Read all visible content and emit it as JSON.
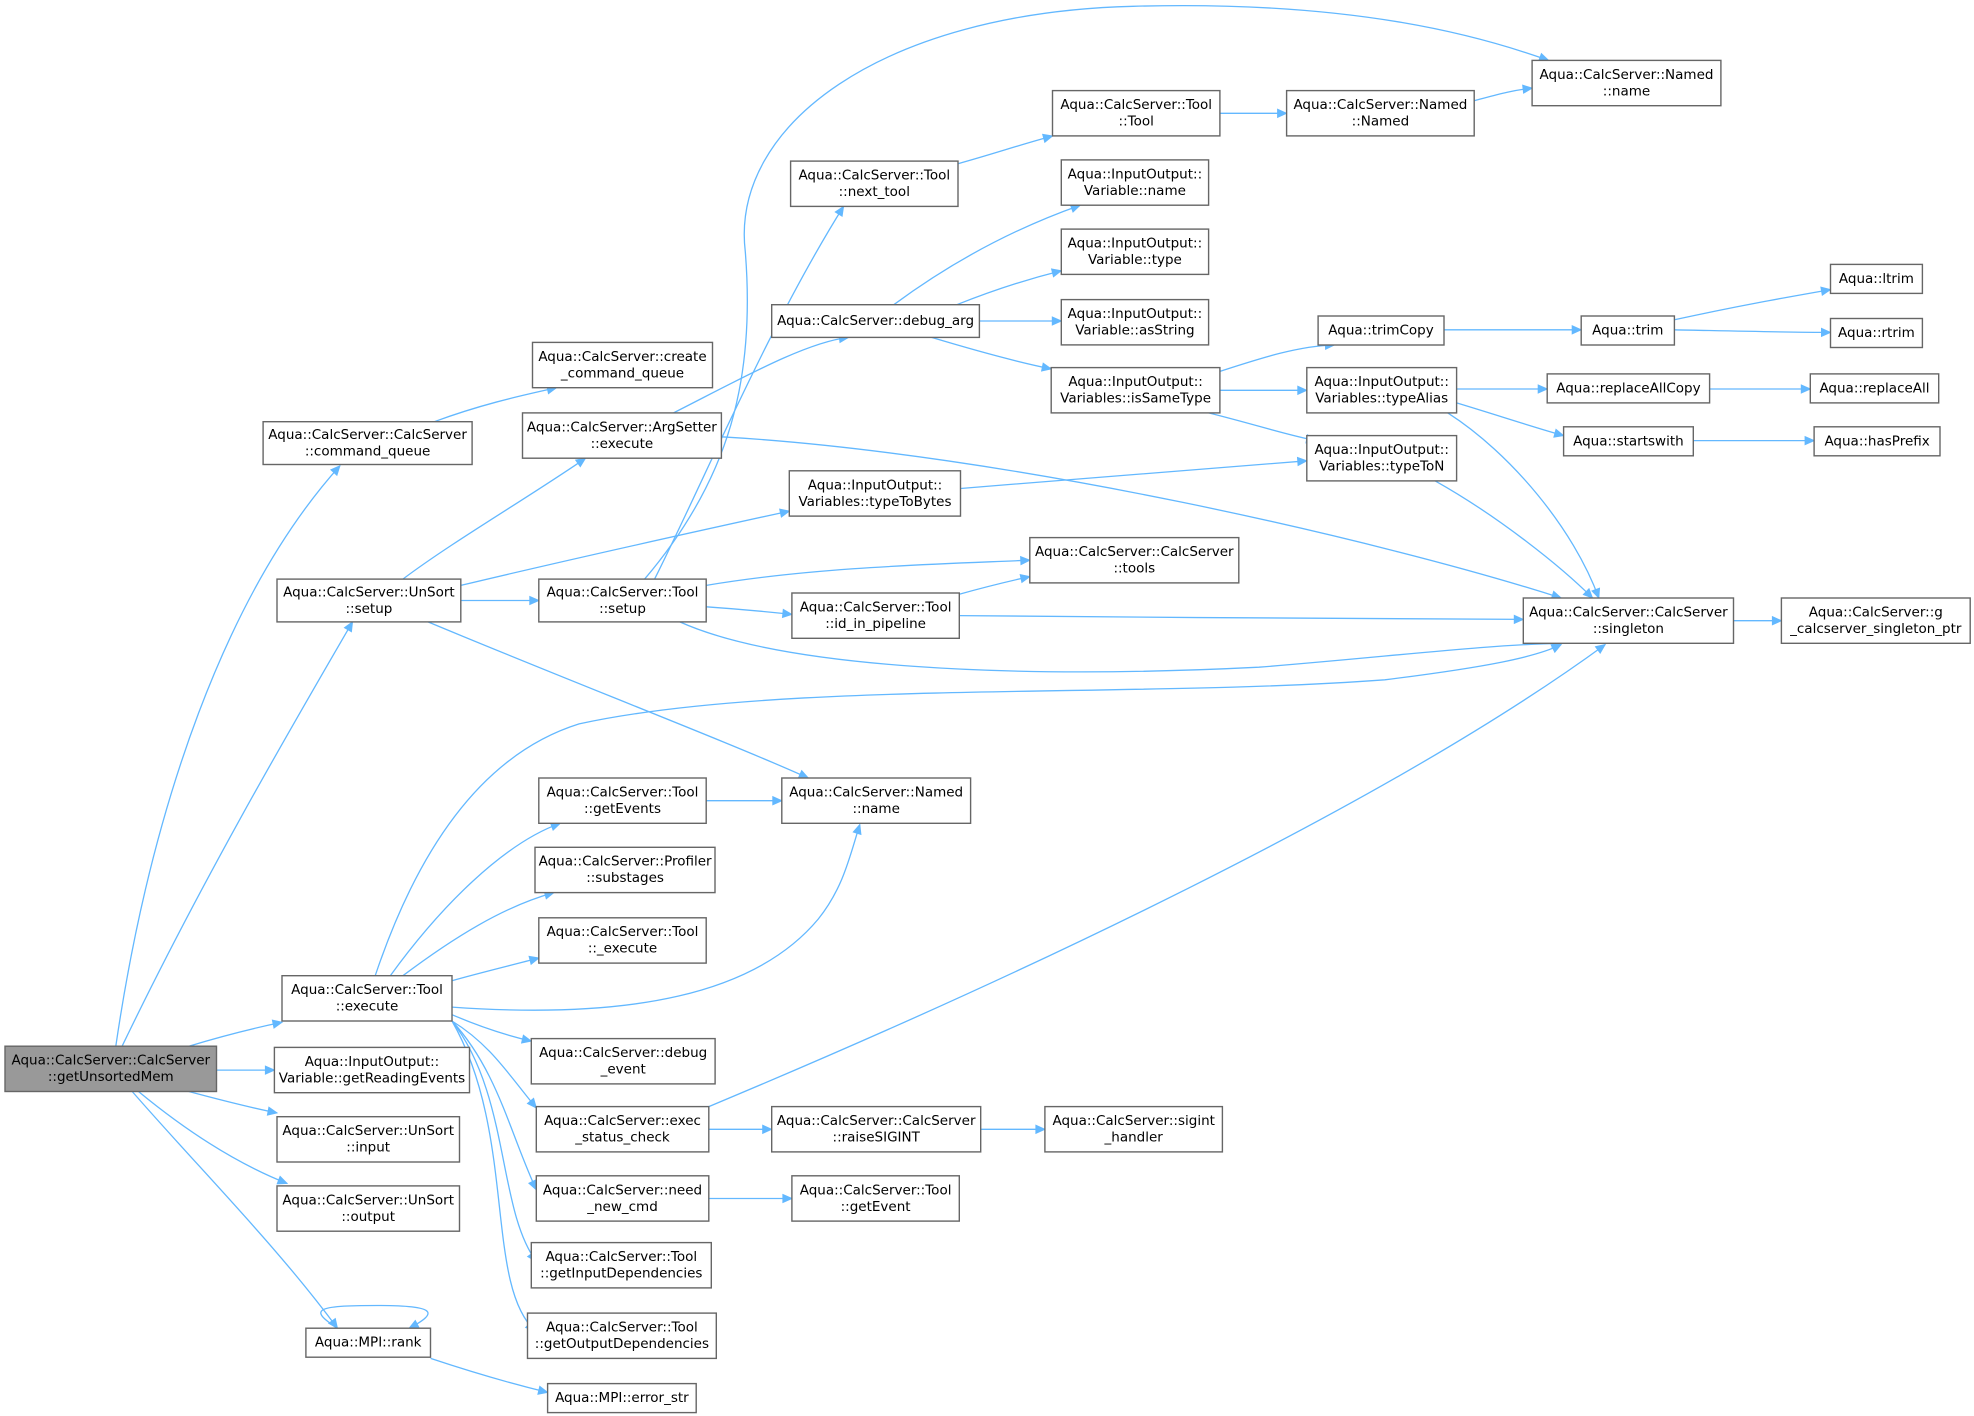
{
  "nodes": [
    {
      "id": "root",
      "lines": [
        "Aqua::CalcServer::CalcServer",
        "::getUnsortedMem"
      ],
      "root": true
    },
    {
      "id": "cq",
      "lines": [
        "Aqua::CalcServer::CalcServer",
        "::command_queue"
      ]
    },
    {
      "id": "ccq",
      "lines": [
        "Aqua::CalcServer::create",
        "_command_queue"
      ]
    },
    {
      "id": "unsort_setup",
      "lines": [
        "Aqua::CalcServer::UnSort",
        "::setup"
      ]
    },
    {
      "id": "argsetter",
      "lines": [
        "Aqua::CalcServer::ArgSetter",
        "::execute"
      ]
    },
    {
      "id": "tool_setup",
      "lines": [
        "Aqua::CalcServer::Tool",
        "::setup"
      ]
    },
    {
      "id": "next_tool",
      "lines": [
        "Aqua::CalcServer::Tool",
        "::next_tool"
      ]
    },
    {
      "id": "tool_tool",
      "lines": [
        "Aqua::CalcServer::Tool",
        "::Tool"
      ]
    },
    {
      "id": "named_named",
      "lines": [
        "Aqua::CalcServer::Named",
        "::Named"
      ]
    },
    {
      "id": "named_name_top",
      "lines": [
        "Aqua::CalcServer::Named",
        "::name"
      ]
    },
    {
      "id": "debug_arg",
      "lines": [
        "Aqua::CalcServer::debug_arg"
      ]
    },
    {
      "id": "var_name",
      "lines": [
        "Aqua::InputOutput::",
        "Variable::name"
      ]
    },
    {
      "id": "var_type",
      "lines": [
        "Aqua::InputOutput::",
        "Variable::type"
      ]
    },
    {
      "id": "var_asstring",
      "lines": [
        "Aqua::InputOutput::",
        "Variable::asString"
      ]
    },
    {
      "id": "issametype",
      "lines": [
        "Aqua::InputOutput::",
        "Variables::isSameType"
      ]
    },
    {
      "id": "trimcopy",
      "lines": [
        "Aqua::trimCopy"
      ]
    },
    {
      "id": "trim",
      "lines": [
        "Aqua::trim"
      ]
    },
    {
      "id": "ltrim",
      "lines": [
        "Aqua::ltrim"
      ]
    },
    {
      "id": "rtrim",
      "lines": [
        "Aqua::rtrim"
      ]
    },
    {
      "id": "typealias",
      "lines": [
        "Aqua::InputOutput::",
        "Variables::typeAlias"
      ]
    },
    {
      "id": "replaceallcopy",
      "lines": [
        "Aqua::replaceAllCopy"
      ]
    },
    {
      "id": "replaceall",
      "lines": [
        "Aqua::replaceAll"
      ]
    },
    {
      "id": "startswith",
      "lines": [
        "Aqua::startswith"
      ]
    },
    {
      "id": "hasprefix",
      "lines": [
        "Aqua::hasPrefix"
      ]
    },
    {
      "id": "typeton",
      "lines": [
        "Aqua::InputOutput::",
        "Variables::typeToN"
      ]
    },
    {
      "id": "typetobytes",
      "lines": [
        "Aqua::InputOutput::",
        "Variables::typeToBytes"
      ]
    },
    {
      "id": "tools",
      "lines": [
        "Aqua::CalcServer::CalcServer",
        "::tools"
      ]
    },
    {
      "id": "id_in_pipeline",
      "lines": [
        "Aqua::CalcServer::Tool",
        "::id_in_pipeline"
      ]
    },
    {
      "id": "singleton",
      "lines": [
        "Aqua::CalcServer::CalcServer",
        "::singleton"
      ]
    },
    {
      "id": "g_singleton",
      "lines": [
        "Aqua::CalcServer::g",
        "_calcserver_singleton_ptr"
      ]
    },
    {
      "id": "getevents",
      "lines": [
        "Aqua::CalcServer::Tool",
        "::getEvents"
      ]
    },
    {
      "id": "named_name_mid",
      "lines": [
        "Aqua::CalcServer::Named",
        "::name"
      ]
    },
    {
      "id": "substages",
      "lines": [
        "Aqua::CalcServer::Profiler",
        "::substages"
      ]
    },
    {
      "id": "_execute",
      "lines": [
        "Aqua::CalcServer::Tool",
        "::_execute"
      ]
    },
    {
      "id": "tool_execute",
      "lines": [
        "Aqua::CalcServer::Tool",
        "::execute"
      ]
    },
    {
      "id": "debug_event",
      "lines": [
        "Aqua::CalcServer::debug",
        "_event"
      ]
    },
    {
      "id": "exec_status",
      "lines": [
        "Aqua::CalcServer::exec",
        "_status_check"
      ]
    },
    {
      "id": "raisesigint",
      "lines": [
        "Aqua::CalcServer::CalcServer",
        "::raiseSIGINT"
      ]
    },
    {
      "id": "sigint",
      "lines": [
        "Aqua::CalcServer::sigint",
        "_handler"
      ]
    },
    {
      "id": "need_new_cmd",
      "lines": [
        "Aqua::CalcServer::need",
        "_new_cmd"
      ]
    },
    {
      "id": "getevent",
      "lines": [
        "Aqua::CalcServer::Tool",
        "::getEvent"
      ]
    },
    {
      "id": "getinputdeps",
      "lines": [
        "Aqua::CalcServer::Tool",
        "::getInputDependencies"
      ]
    },
    {
      "id": "getoutputdeps",
      "lines": [
        "Aqua::CalcServer::Tool",
        "::getOutputDependencies"
      ]
    },
    {
      "id": "getreadingevents",
      "lines": [
        "Aqua::InputOutput::",
        "Variable::getReadingEvents"
      ]
    },
    {
      "id": "unsort_input",
      "lines": [
        "Aqua::CalcServer::UnSort",
        "::input"
      ]
    },
    {
      "id": "unsort_output",
      "lines": [
        "Aqua::CalcServer::UnSort",
        "::output"
      ]
    },
    {
      "id": "mpi_rank",
      "lines": [
        "Aqua::MPI::rank"
      ]
    },
    {
      "id": "mpi_error_str",
      "lines": [
        "Aqua::MPI::error_str"
      ]
    }
  ],
  "edges": [
    {
      "from": "root",
      "to": "cq"
    },
    {
      "from": "root",
      "to": "unsort_setup"
    },
    {
      "from": "root",
      "to": "tool_execute"
    },
    {
      "from": "root",
      "to": "getreadingevents"
    },
    {
      "from": "root",
      "to": "unsort_input"
    },
    {
      "from": "root",
      "to": "unsort_output"
    },
    {
      "from": "root",
      "to": "mpi_rank"
    },
    {
      "from": "cq",
      "to": "ccq"
    },
    {
      "from": "unsort_setup",
      "to": "argsetter"
    },
    {
      "from": "unsort_setup",
      "to": "typetobytes"
    },
    {
      "from": "unsort_setup",
      "to": "tool_setup"
    },
    {
      "from": "unsort_setup",
      "to": "named_name_mid"
    },
    {
      "from": "argsetter",
      "to": "debug_arg"
    },
    {
      "from": "argsetter",
      "to": "singleton"
    },
    {
      "from": "tool_setup",
      "to": "next_tool"
    },
    {
      "from": "tool_setup",
      "to": "named_name_top"
    },
    {
      "from": "tool_setup",
      "to": "tools"
    },
    {
      "from": "tool_setup",
      "to": "id_in_pipeline"
    },
    {
      "from": "tool_setup",
      "to": "singleton"
    },
    {
      "from": "next_tool",
      "to": "tool_tool"
    },
    {
      "from": "tool_tool",
      "to": "named_named"
    },
    {
      "from": "named_named",
      "to": "named_name_top"
    },
    {
      "from": "debug_arg",
      "to": "var_name"
    },
    {
      "from": "debug_arg",
      "to": "var_type"
    },
    {
      "from": "debug_arg",
      "to": "var_asstring"
    },
    {
      "from": "debug_arg",
      "to": "issametype"
    },
    {
      "from": "issametype",
      "to": "trimcopy"
    },
    {
      "from": "issametype",
      "to": "typealias"
    },
    {
      "from": "issametype",
      "to": "typeton"
    },
    {
      "from": "trimcopy",
      "to": "trim"
    },
    {
      "from": "trim",
      "to": "ltrim"
    },
    {
      "from": "trim",
      "to": "rtrim"
    },
    {
      "from": "typealias",
      "to": "replaceallcopy"
    },
    {
      "from": "typealias",
      "to": "startswith"
    },
    {
      "from": "typealias",
      "to": "singleton"
    },
    {
      "from": "replaceallcopy",
      "to": "replaceall"
    },
    {
      "from": "startswith",
      "to": "hasprefix"
    },
    {
      "from": "typeton",
      "to": "singleton"
    },
    {
      "from": "typetobytes",
      "to": "typeton"
    },
    {
      "from": "id_in_pipeline",
      "to": "tools"
    },
    {
      "from": "id_in_pipeline",
      "to": "singleton"
    },
    {
      "from": "singleton",
      "to": "g_singleton"
    },
    {
      "from": "tool_execute",
      "to": "singleton"
    },
    {
      "from": "tool_execute",
      "to": "getevents"
    },
    {
      "from": "tool_execute",
      "to": "substages"
    },
    {
      "from": "tool_execute",
      "to": "_execute"
    },
    {
      "from": "tool_execute",
      "to": "named_name_mid"
    },
    {
      "from": "tool_execute",
      "to": "debug_event"
    },
    {
      "from": "tool_execute",
      "to": "exec_status"
    },
    {
      "from": "tool_execute",
      "to": "need_new_cmd"
    },
    {
      "from": "tool_execute",
      "to": "getinputdeps"
    },
    {
      "from": "tool_execute",
      "to": "getoutputdeps"
    },
    {
      "from": "getevents",
      "to": "named_name_mid"
    },
    {
      "from": "exec_status",
      "to": "raisesigint"
    },
    {
      "from": "exec_status",
      "to": "singleton"
    },
    {
      "from": "raisesigint",
      "to": "sigint"
    },
    {
      "from": "need_new_cmd",
      "to": "getevent"
    },
    {
      "from": "mpi_rank",
      "to": "mpi_rank"
    },
    {
      "from": "mpi_rank",
      "to": "mpi_error_str"
    }
  ]
}
